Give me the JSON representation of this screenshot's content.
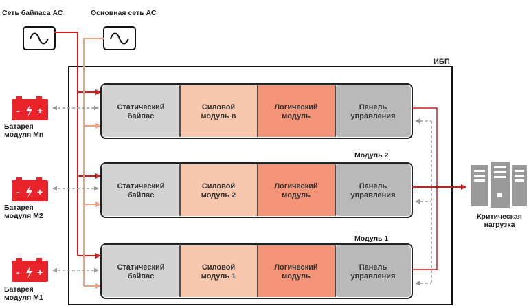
{
  "sources": {
    "bypass_label": "Сеть байпаса АС",
    "main_label": "Основная сеть АС"
  },
  "ups_label": "ИБП",
  "modules": [
    {
      "name": "",
      "battery_label": [
        "Батарея",
        "модуля Mn"
      ],
      "blocks": [
        [
          "Статический",
          "байпас"
        ],
        [
          "Силовой",
          "модуль n"
        ],
        [
          "Логический",
          "модуль"
        ],
        [
          "Панель",
          "управления"
        ]
      ]
    },
    {
      "name": "Модуль 2",
      "battery_label": [
        "Батарея",
        "модуля M2"
      ],
      "blocks": [
        [
          "Статический",
          "байпас"
        ],
        [
          "Силовой",
          "модуль 2"
        ],
        [
          "Логический",
          "модуль"
        ],
        [
          "Панель",
          "управления"
        ]
      ]
    },
    {
      "name": "Модуль 1",
      "battery_label": [
        "Батарея",
        "модуля M1"
      ],
      "blocks": [
        [
          "Статический",
          "байпас"
        ],
        [
          "Силовой",
          "модуль 1"
        ],
        [
          "Логический",
          "модуль"
        ],
        [
          "Панель",
          "управления"
        ]
      ]
    }
  ],
  "load_label": [
    "Критическая",
    "нагрузка"
  ],
  "battery_signs": {
    "minus": "-",
    "plus": "+"
  },
  "colors": {
    "bypass_line": "#d7191c",
    "main_line": "#f0a080",
    "static_bypass": "#d3d3d3",
    "power_module": "#f9c7ad",
    "logic_module": "#f4957a",
    "control_panel": "#b9b9b9",
    "battery": "#e8232a",
    "server": "#9a9a9a",
    "comm_line": "#9a9a9a"
  },
  "icons": [
    "ac-source-icon",
    "battery-icon",
    "server-icon"
  ]
}
